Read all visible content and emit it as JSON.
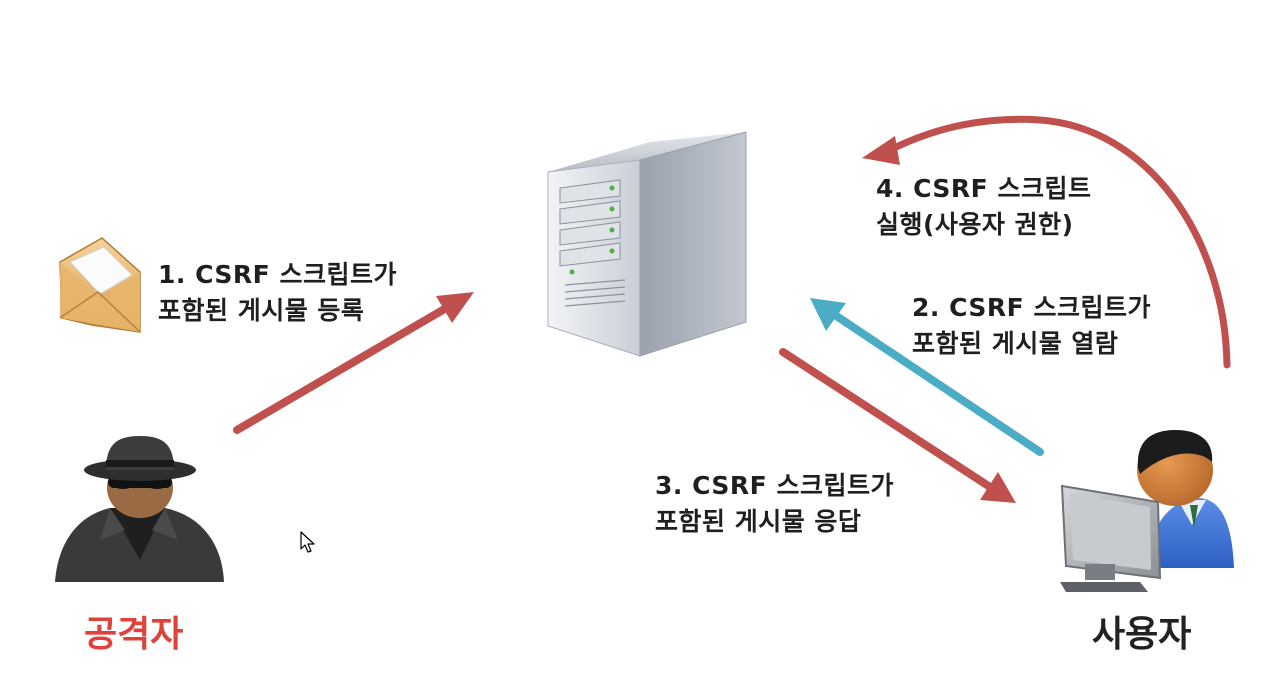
{
  "steps": [
    {
      "line1": "1. CSRF 스크립트가",
      "line2": "포함된 게시물 등록",
      "arrow_color": "#c0504d"
    },
    {
      "line1": "2. CSRF 스크립트가",
      "line2": "포함된 게시물 열람",
      "arrow_color": "#4bacc6"
    },
    {
      "line1": "3. CSRF 스크립트가",
      "line2": "포함된 게시물 응답",
      "arrow_color": "#c0504d"
    },
    {
      "line1": "4. CSRF 스크립트",
      "line2": "실행(사용자 권한)",
      "arrow_color": "#c0504d"
    }
  ],
  "actors": {
    "attacker": {
      "label": "공격자",
      "color": "#e0413a"
    },
    "user": {
      "label": "사용자",
      "color": "#222222"
    }
  },
  "icons": [
    "envelope-icon",
    "server-icon",
    "attacker-icon",
    "user-computer-icon",
    "mouse-cursor-icon"
  ]
}
